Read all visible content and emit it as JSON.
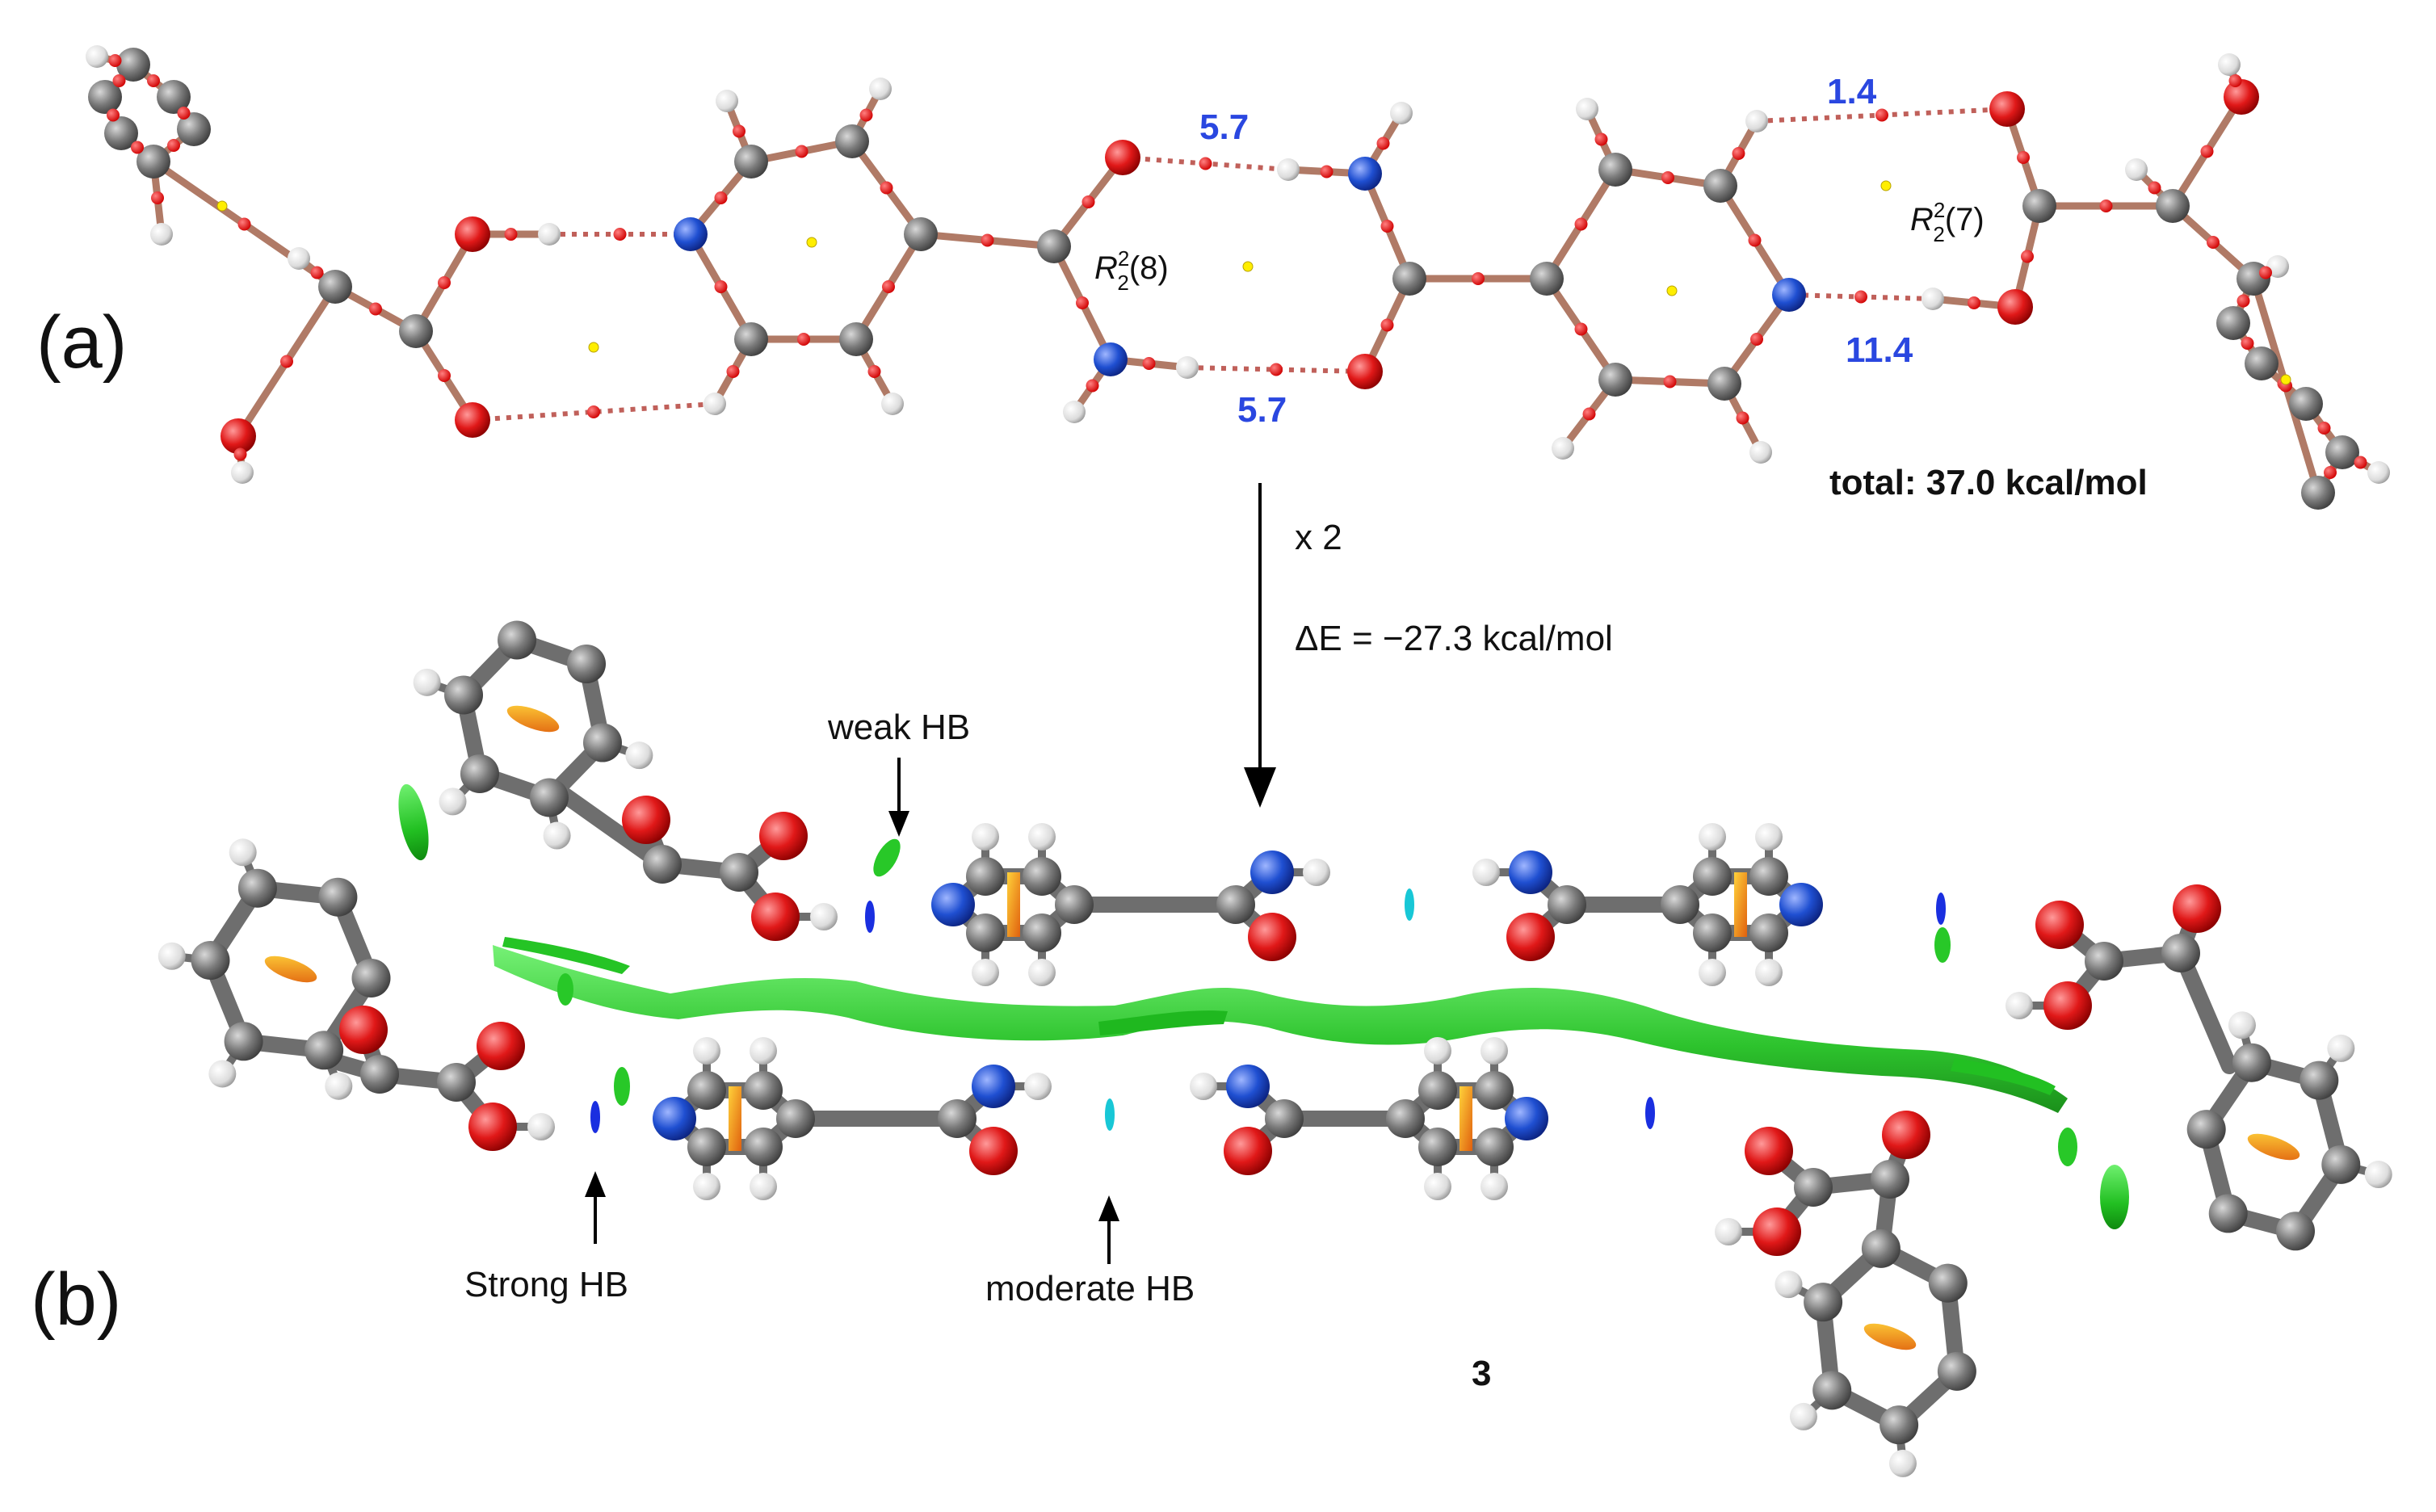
{
  "panel_a": {
    "label": "(a)",
    "energies": {
      "e_top_left": "5.7",
      "e_bottom_mid": "5.7",
      "e_top_right": "1.4",
      "e_bottom_right": "11.4"
    },
    "motif_r8": {
      "R": "R",
      "sup": "2",
      "sub": "2",
      "tail": "(8)"
    },
    "motif_r7": {
      "R": "R",
      "sup": "2",
      "sub": "2",
      "tail": "(7)"
    },
    "total": "total: 37.0 kcal/mol"
  },
  "arrow": {
    "multiplier": "x 2",
    "delta_e": "ΔE = −27.3 kcal/mol"
  },
  "panel_b": {
    "label": "(b)",
    "weak_hb": "weak HB",
    "strong_hb": "Strong HB",
    "moderate_hb": "moderate HB",
    "compound": "3"
  },
  "colors": {
    "carbon": "#7b7b7b",
    "oxygen": "#e51c1c",
    "nitrogen": "#1f4fd1",
    "hydrogen": "#e6e6e6",
    "bond_a": "#b07a66",
    "bcp": "#ff1a1a",
    "rcp": "#ffee00",
    "nci_green": "#2bd42b",
    "nci_blue": "#1a2fe0",
    "nci_cyan": "#18c7d6",
    "nci_orange": "#f39a1c",
    "energy_blue": "#2a47e0"
  }
}
